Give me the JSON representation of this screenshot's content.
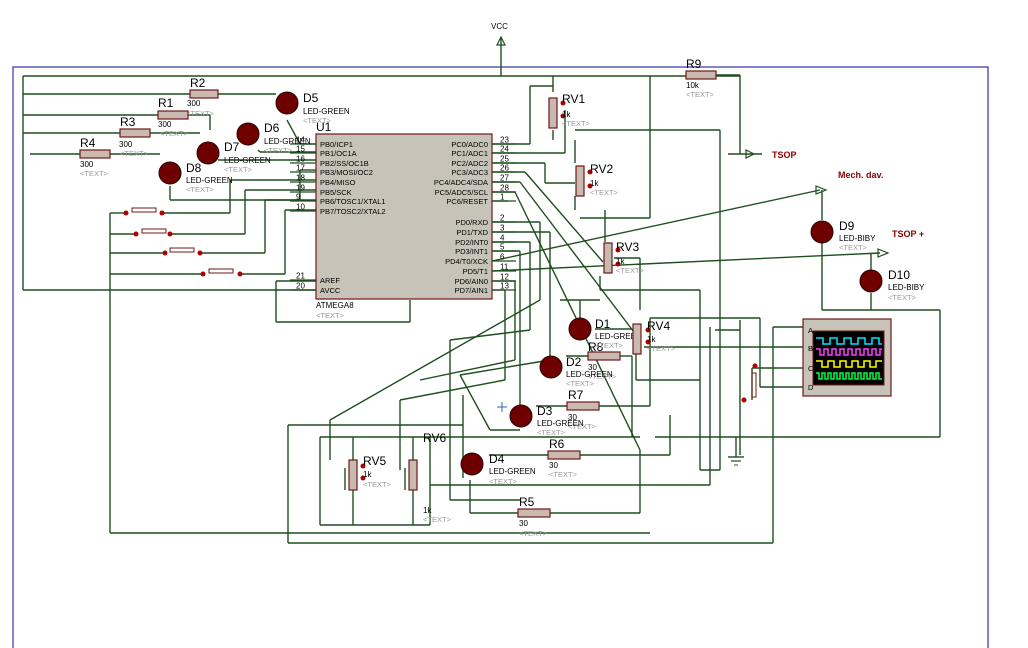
{
  "power": {
    "vcc": "VCC"
  },
  "terminals": {
    "tsop": "TSOP",
    "tsop_plus": "TSOP +",
    "mech": "Mech. dav."
  },
  "mcu": {
    "ref": "U1",
    "part": "ATMEGA8",
    "text": "<TEXT>",
    "left_pins": [
      {
        "num": "14",
        "name": "PB0/ICP1"
      },
      {
        "num": "15",
        "name": "PB1/OC1A"
      },
      {
        "num": "16",
        "name": "PB2/SS/OC1B"
      },
      {
        "num": "17",
        "name": "PB3/MOSI/OC2"
      },
      {
        "num": "18",
        "name": "PB4/MISO"
      },
      {
        "num": "19",
        "name": "PB5/SCK"
      },
      {
        "num": "9",
        "name": "PB6/TOSC1/XTAL1"
      },
      {
        "num": "10",
        "name": "PB7/TOSC2/XTAL2"
      },
      {
        "num": "21",
        "name": "AREF"
      },
      {
        "num": "20",
        "name": "AVCC"
      }
    ],
    "right_pins": [
      {
        "num": "23",
        "name": "PC0/ADC0"
      },
      {
        "num": "24",
        "name": "PC1/ADC1"
      },
      {
        "num": "25",
        "name": "PC2/ADC2"
      },
      {
        "num": "26",
        "name": "PC3/ADC3"
      },
      {
        "num": "27",
        "name": "PC4/ADC4/SDA"
      },
      {
        "num": "28",
        "name": "PC5/ADC5/SCL"
      },
      {
        "num": "1",
        "name": "PC6/RESET"
      },
      {
        "num": "2",
        "name": "PD0/RXD"
      },
      {
        "num": "3",
        "name": "PD1/TXD"
      },
      {
        "num": "4",
        "name": "PD2/INT0"
      },
      {
        "num": "5",
        "name": "PD3/INT1"
      },
      {
        "num": "6",
        "name": "PD4/T0/XCK"
      },
      {
        "num": "11",
        "name": "PD5/T1"
      },
      {
        "num": "12",
        "name": "PD6/AIN0"
      },
      {
        "num": "13",
        "name": "PD7/AIN1"
      }
    ]
  },
  "resistors": [
    {
      "ref": "R1",
      "value": "300",
      "text": "<TEXT>"
    },
    {
      "ref": "R2",
      "value": "300",
      "text": "<TEXT>"
    },
    {
      "ref": "R3",
      "value": "300",
      "text": "<TEXT>"
    },
    {
      "ref": "R4",
      "value": "300",
      "text": "<TEXT>"
    },
    {
      "ref": "R5",
      "value": "30",
      "text": "<TEXT>"
    },
    {
      "ref": "R6",
      "value": "30",
      "text": "<TEXT>"
    },
    {
      "ref": "R7",
      "value": "30",
      "text": "<TEXT>"
    },
    {
      "ref": "R8",
      "value": "30",
      "text": "<TEXT>"
    },
    {
      "ref": "R9",
      "value": "10k",
      "text": "<TEXT>"
    }
  ],
  "leds": [
    {
      "ref": "D1",
      "value": "LED-GREEN",
      "text": "<TEXT>"
    },
    {
      "ref": "D2",
      "value": "LED-GREEN",
      "text": "<TEXT>"
    },
    {
      "ref": "D3",
      "value": "LED-GREEN",
      "text": "<TEXT>"
    },
    {
      "ref": "D4",
      "value": "LED-GREEN",
      "text": "<TEXT>"
    },
    {
      "ref": "D5",
      "value": "LED-GREEN",
      "text": "<TEXT>"
    },
    {
      "ref": "D6",
      "value": "LED-GREEN",
      "text": "<TEXT>"
    },
    {
      "ref": "D7",
      "value": "LED-GREEN",
      "text": "<TEXT>"
    },
    {
      "ref": "D8",
      "value": "LED-GREEN",
      "text": "<TEXT>"
    },
    {
      "ref": "D9",
      "value": "LED-BIBY",
      "text": "<TEXT>"
    },
    {
      "ref": "D10",
      "value": "LED-BIBY",
      "text": "<TEXT>"
    }
  ],
  "pots": [
    {
      "ref": "RV1",
      "value": "1k",
      "text": "<TEXT>"
    },
    {
      "ref": "RV2",
      "value": "1k",
      "text": "<TEXT>"
    },
    {
      "ref": "RV3",
      "value": "1k",
      "text": "<TEXT>"
    },
    {
      "ref": "RV4",
      "value": "1k",
      "text": "<TEXT>"
    },
    {
      "ref": "RV5",
      "value": "1k",
      "text": "<TEXT>"
    },
    {
      "ref": "RV6",
      "value": "1k",
      "text": "<TEXT>"
    }
  ],
  "scope": {
    "channels": [
      "A",
      "B",
      "C",
      "D"
    ],
    "trace_colors": [
      "#00e5ff",
      "#ff3cff",
      "#ffff00",
      "#00ff40"
    ]
  },
  "colors": {
    "wire": "#1f4f1f",
    "border": "#3333aa",
    "component": "#6e1818",
    "terminal": "#8b0000"
  }
}
